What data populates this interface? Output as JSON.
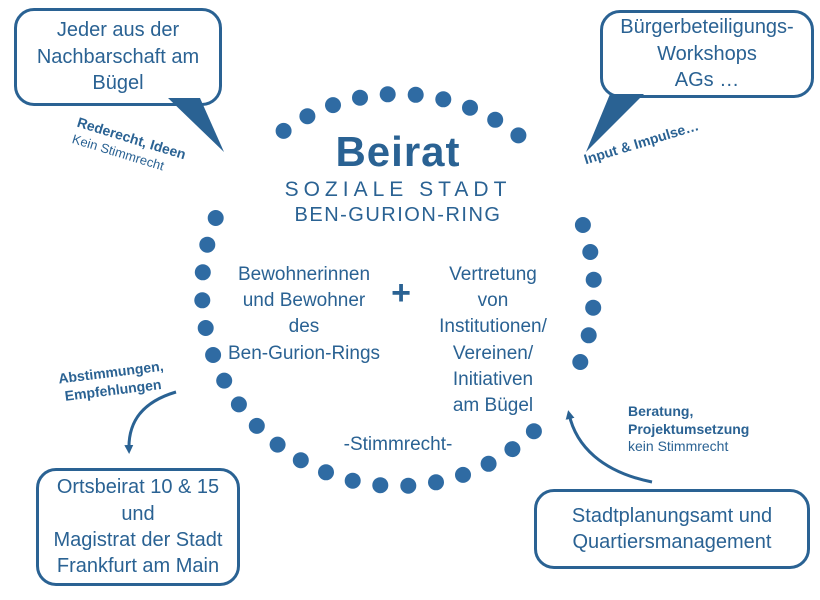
{
  "colors": {
    "accent": "#2a6293",
    "dots": "#2f6ba3"
  },
  "center": {
    "title": "Beirat",
    "subtitle1": "SOZIALE STADT",
    "subtitle2": "BEN-GURION-RING",
    "left_group": "Bewohnerinnen\nund Bewohner\ndes\nBen-Gurion-Rings",
    "plus": "+",
    "right_group": "Vertretung\nvon\nInstitutionen/\nVereinen/\nInitiativen\nam Bügel",
    "voting": "-Stimmrecht-"
  },
  "bubbles": {
    "top_left": {
      "text": "Jeder aus der\nNachbarschaft am\nBügel"
    },
    "top_right": {
      "text": "Bürgerbeteiligungs-\nWorkshops\nAGs …"
    },
    "bottom_left": {
      "text": "Ortsbeirat 10 & 15\nund\nMagistrat der Stadt\nFrankfurt am Main"
    },
    "bottom_right": {
      "text": "Stadtplanungsamt und\nQuartiersmanagement"
    }
  },
  "labels": {
    "top_left_bold": "Rederecht, Ideen",
    "top_left_regular": "Kein Stimmrecht",
    "top_right_bold": "Input & Impulse…",
    "bottom_left_bold": "Abstimmungen,\nEmpfehlungen",
    "bottom_right_bold": "Beratung,\nProjektumsetzung",
    "bottom_right_regular": "kein Stimmrecht"
  }
}
